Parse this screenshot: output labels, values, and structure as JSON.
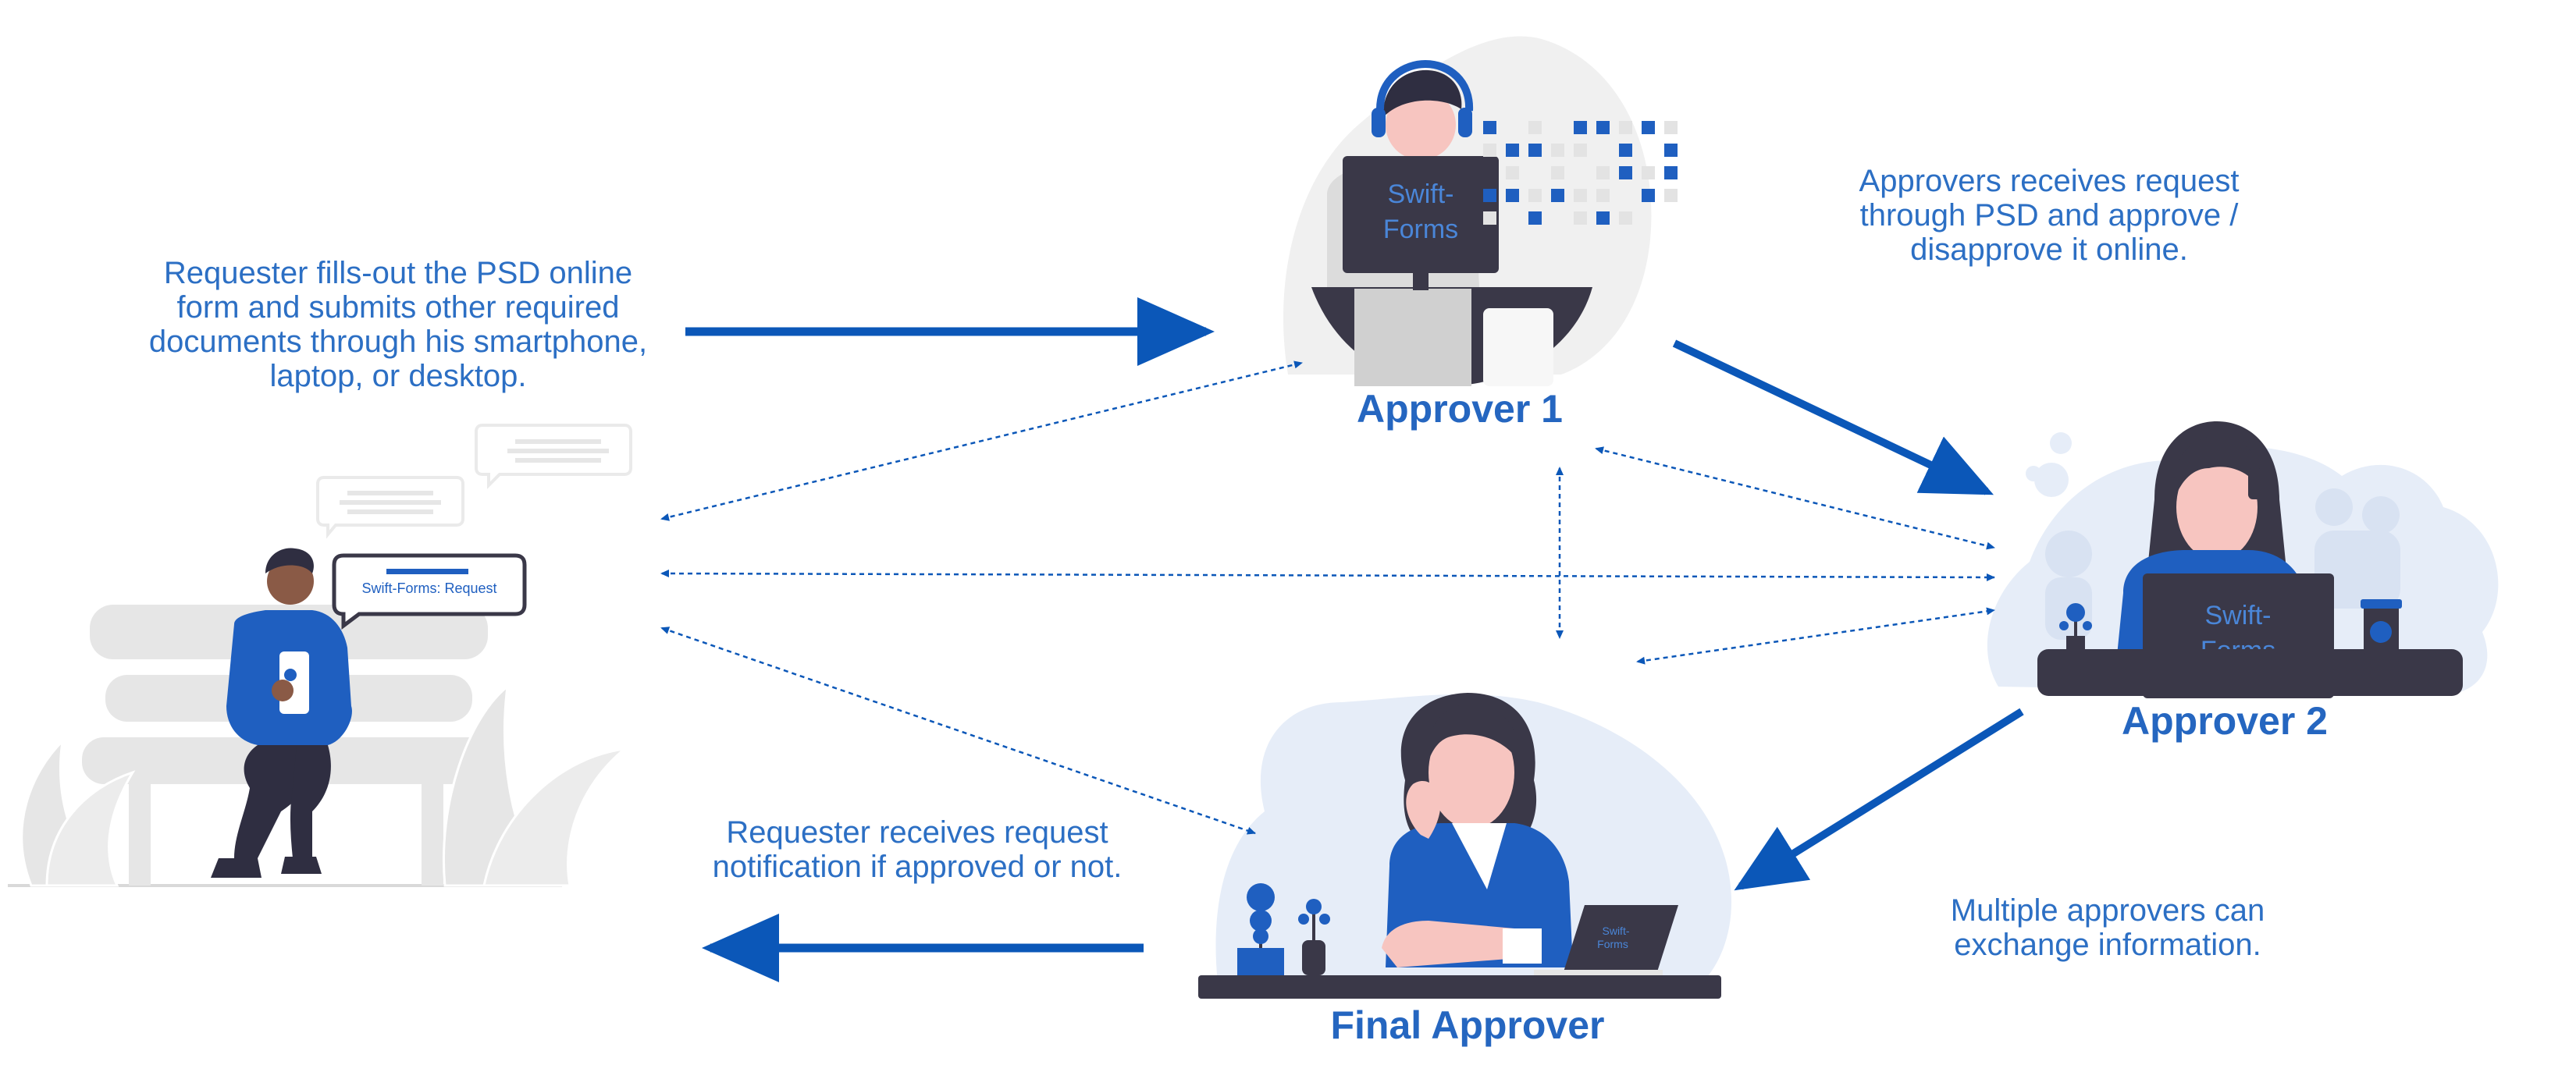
{
  "colors": {
    "accent": "#0b57b8",
    "caption": "#2c6fc4",
    "dark": "#3a3848",
    "light_gray": "#e6e6e6",
    "light_blue": "#e6edf8"
  },
  "captions": {
    "requester_submits": "Requester fills-out the PSD online form and submits other required documents through his smartphone, laptop, or desktop.",
    "approvers_receive": "Approvers receives request through PSD and approve / disapprove it online.",
    "requester_notified": "Requester receives request notification if approved or not.",
    "approvers_exchange": "Multiple approvers can exchange information."
  },
  "roles": {
    "approver1": "Approver 1",
    "approver2": "Approver 2",
    "final": "Final Approver"
  },
  "screens": {
    "approver1_line1": "Swift-",
    "approver1_line2": "Forms",
    "approver2_line1": "Swift-",
    "approver2_line2": "Forms",
    "final_line1": "Swift-",
    "final_line2": "Forms"
  },
  "bubble": {
    "text": "Swift-Forms: Request"
  },
  "icons": {
    "requester": "person-on-bench-with-phone-illustration",
    "approver1": "person-with-headset-at-computer-illustration",
    "approver2": "woman-on-phone-at-laptop-illustration",
    "final": "woman-thinking-at-laptop-illustration"
  }
}
